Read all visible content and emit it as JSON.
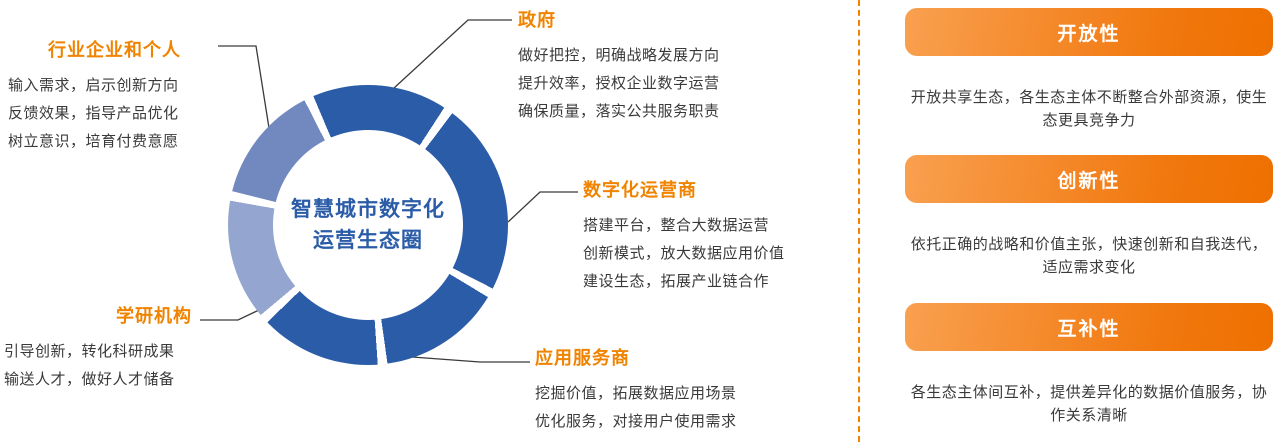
{
  "center": {
    "title_line1": "智慧城市数字化",
    "title_line2": "运营生态圈"
  },
  "nodes": [
    {
      "id": "industry",
      "label": "行业企业和个人",
      "lines": [
        "输入需求，启示创新方向",
        "反馈效果，指导产品优化",
        "树立意识，培育付费意愿"
      ]
    },
    {
      "id": "government",
      "label": "政府",
      "lines": [
        "做好把控，明确战略发展方向",
        "提升效率，授权企业数字运营",
        "确保质量，落实公共服务职责"
      ]
    },
    {
      "id": "digital-operator",
      "label": "数字化运营商",
      "lines": [
        "搭建平台，整合大数据运营",
        "创新模式，放大数据应用价值",
        "建设生态，拓展产业链合作"
      ]
    },
    {
      "id": "academic",
      "label": "学研机构",
      "lines": [
        "引导创新，转化科研成果",
        "输送人才，做好人才储备"
      ]
    },
    {
      "id": "app-service-provider",
      "label": "应用服务商",
      "lines": [
        "挖掘价值，拓展数据应用场景",
        "优化服务，对接用户使用需求"
      ]
    }
  ],
  "panels": [
    {
      "title": "开放性",
      "desc": "开放共享生态，各生态主体不断整合外部资源，使生态更具竞争力"
    },
    {
      "title": "创新性",
      "desc": "依托正确的战略和价值主张，快速创新和自我迭代，适应需求变化"
    },
    {
      "title": "互补性",
      "desc": "各生态主体间互补，提供差异化的数据价值服务，协作关系清晰"
    }
  ],
  "colors": {
    "accent_orange": "#F08300",
    "ring_dark_blue": "#2B5CA8",
    "ring_medium_blue": "#7289BF",
    "ring_light_blue": "#94A6D0",
    "banner_gradient_start": "#F9A050",
    "banner_gradient_end": "#EE7000",
    "body_text": "#3A3A3A"
  }
}
